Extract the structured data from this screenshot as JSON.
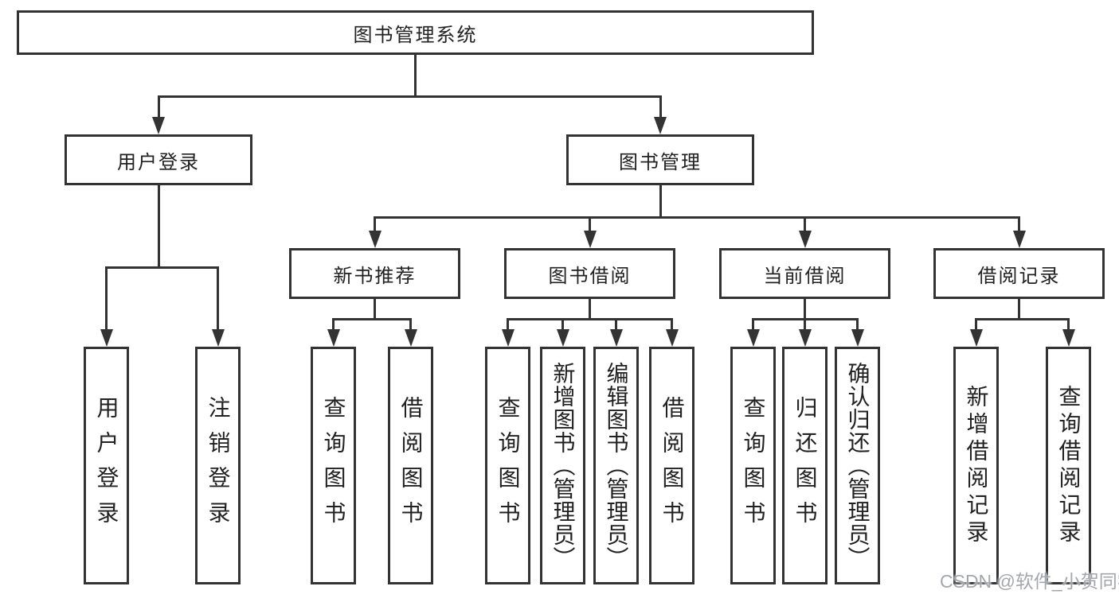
{
  "tree": {
    "label": "图书管理系统",
    "children": [
      {
        "label": "用户登录",
        "children": [
          {
            "label": "用户登录"
          },
          {
            "label": "注销登录"
          }
        ]
      },
      {
        "label": "图书管理",
        "children": [
          {
            "label": "新书推荐",
            "children": [
              {
                "label": "查询图书"
              },
              {
                "label": "借阅图书"
              }
            ]
          },
          {
            "label": "图书借阅",
            "children": [
              {
                "label": "查询图书"
              },
              {
                "label": "新增图书（管理员）"
              },
              {
                "label": "编辑图书（管理员）"
              },
              {
                "label": "借阅图书"
              }
            ]
          },
          {
            "label": "当前借阅",
            "children": [
              {
                "label": "查询图书"
              },
              {
                "label": "归还图书"
              },
              {
                "label": "确认归还（管理员）"
              }
            ]
          },
          {
            "label": "借阅记录",
            "children": [
              {
                "label": "新增借阅记录"
              },
              {
                "label": "查询借阅记录"
              }
            ]
          }
        ]
      }
    ]
  },
  "watermark": "CSDN @软件_小贺同学",
  "colors": {
    "line": "#333333",
    "text": "#212121",
    "watermark_text": "#a3a7ad",
    "background": "#ffffff"
  }
}
